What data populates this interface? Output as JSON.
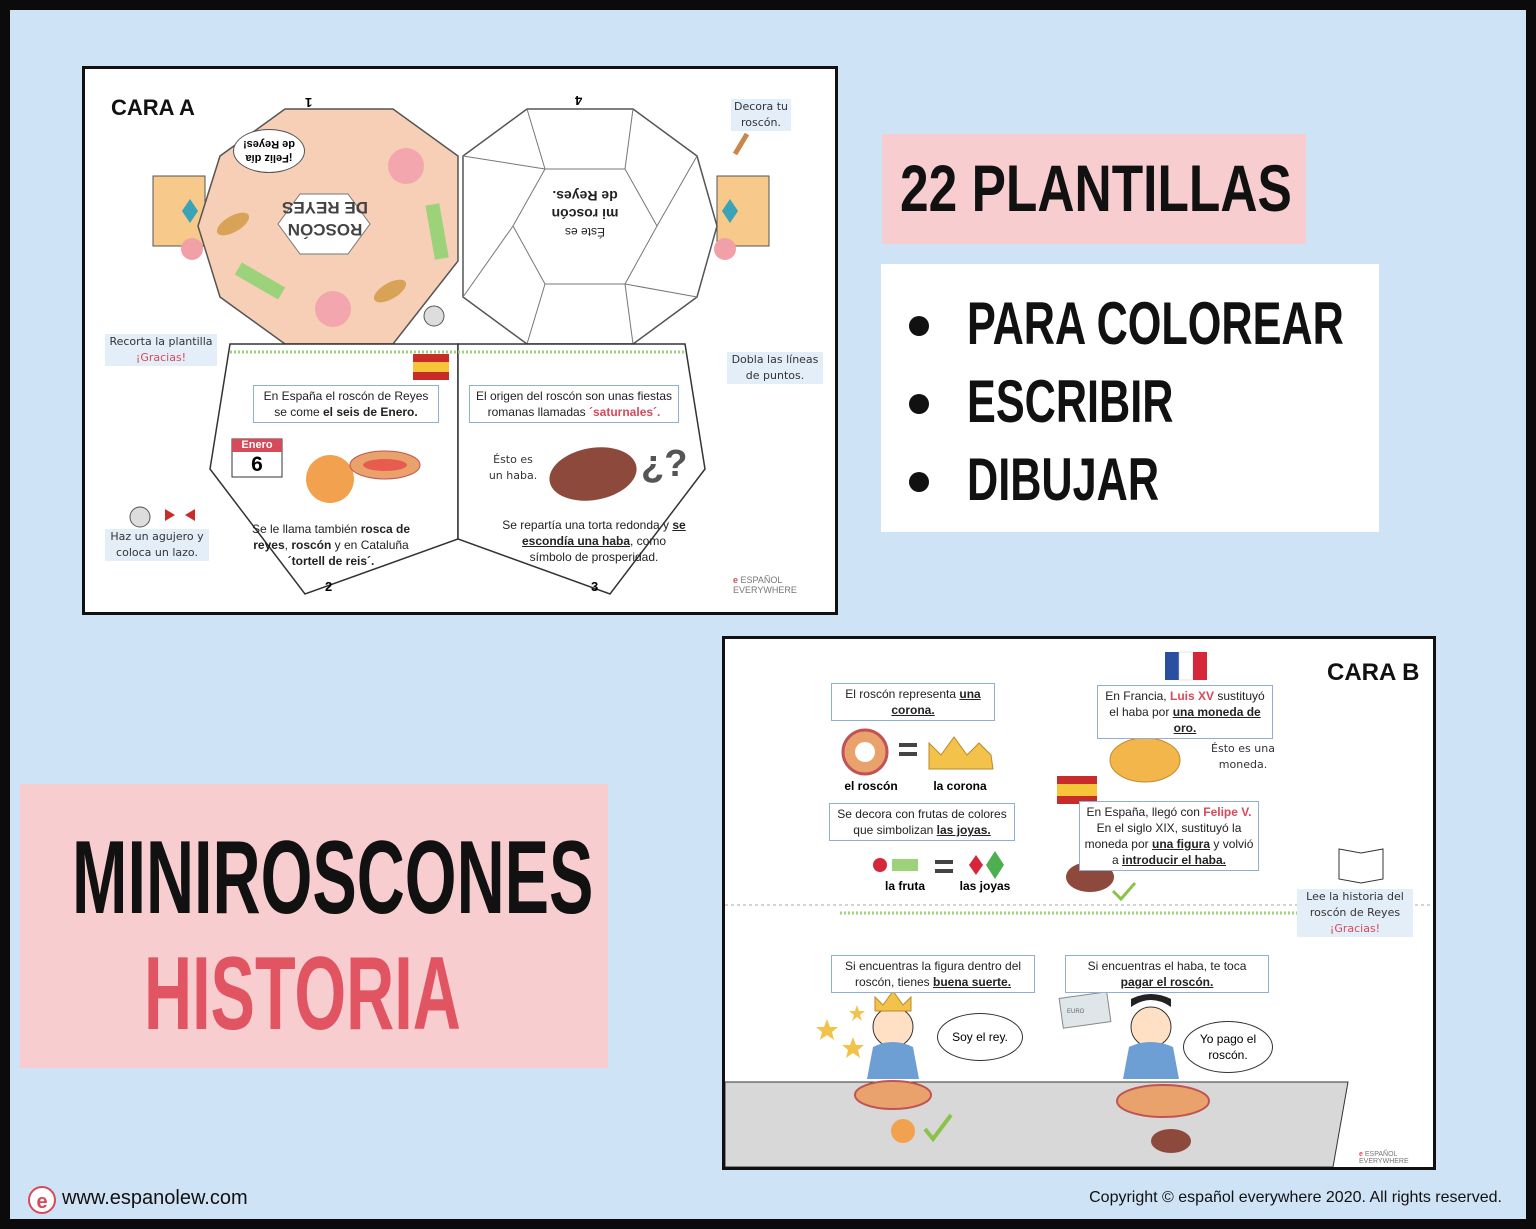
{
  "plantillas": {
    "title": "22 PLANTILLAS",
    "items": [
      "PARA COLOREAR",
      "ESCRIBIR",
      "DIBUJAR"
    ]
  },
  "title": {
    "line1": "MINIROSCONES",
    "line2": "HISTORIA"
  },
  "footer": {
    "url": "www.espanolew.com",
    "copyright": "Copyright © español everywhere 2020. All rights reserved."
  },
  "card_a": {
    "label": "CARA A",
    "decora": [
      "Decora tu",
      "roscón."
    ],
    "recorta": "Recorta la plantilla",
    "gracias": "¡Gracias!",
    "dobla": [
      "Dobla las líneas",
      "de puntos."
    ],
    "agujero": [
      "Haz un agujero y",
      "coloca un lazo."
    ],
    "feliz": [
      "¡Feliz día",
      "de Reyes!"
    ],
    "roscon_title": [
      "ROSCÓN",
      "DE REYES"
    ],
    "este_es": [
      "Éste es",
      "mi roscón",
      "de Reyes."
    ],
    "num1": "1",
    "num2": "2",
    "num3": "3",
    "num4": "4",
    "espana_text": "En España el roscón de Reyes se come",
    "espana_bold": "el seis de Enero.",
    "origen_text": "El origen del roscón son unas fiestas romanas llamadas",
    "origen_hl": "´saturnales´.",
    "calendar_month": "Enero",
    "calendar_day": "6",
    "haba_note": [
      "Ésto es",
      "un haba."
    ],
    "question": "¿?",
    "rosca_text": "Se le llama también",
    "rosca_b1": "rosca de reyes",
    "rosca_b2": "roscón",
    "rosca_mid": "y en Cataluña",
    "rosca_b3": "´tortell de reis´.",
    "torta_text": "Se repartía una torta redonda y",
    "torta_u": "se escondía una haba",
    "torta_end": ", como símbolo de prosperidad.",
    "logo": "ESPAÑOL EVERYWHERE"
  },
  "card_b": {
    "label": "CARA B",
    "representa": "El roscón representa",
    "representa_u": "una corona.",
    "el_roscon": "el roscón",
    "la_corona": "la corona",
    "decora": "Se decora con frutas de colores que simbolizan",
    "decora_u": "las joyas.",
    "la_fruta": "la fruta",
    "las_joyas": "las joyas",
    "francia": "En Francia,",
    "luis": "Luis XV",
    "francia_mid": "sustituyó el haba por",
    "francia_u": "una moneda de oro.",
    "moneda_note": [
      "Ésto es una",
      "moneda."
    ],
    "espana": "En España, llegó con",
    "felipe": "Felipe V.",
    "espana_mid": "En el siglo XIX, sustituyó la moneda por",
    "espana_u1": "una figura",
    "espana_mid2": "y volvió a",
    "espana_u2": "introducir el haba.",
    "lee": [
      "Lee la historia del",
      "roscón de Reyes"
    ],
    "gracias": "¡Gracias!",
    "figura": "Si encuentras la figura dentro del roscón, tienes",
    "figura_u": "buena suerte.",
    "haba": "Si encuentras el haba, te toca",
    "haba_u": "pagar el roscón.",
    "rey": "Soy el rey.",
    "pago": [
      "Yo pago el",
      "roscón."
    ],
    "euro": "EURO",
    "logo": "ESPAÑOL EVERYWHERE"
  },
  "colors": {
    "pink_bg": "#f8cdd0",
    "title_red": "#e05561",
    "sky": "#cfe3f7",
    "peach": "#f6cfb6"
  }
}
